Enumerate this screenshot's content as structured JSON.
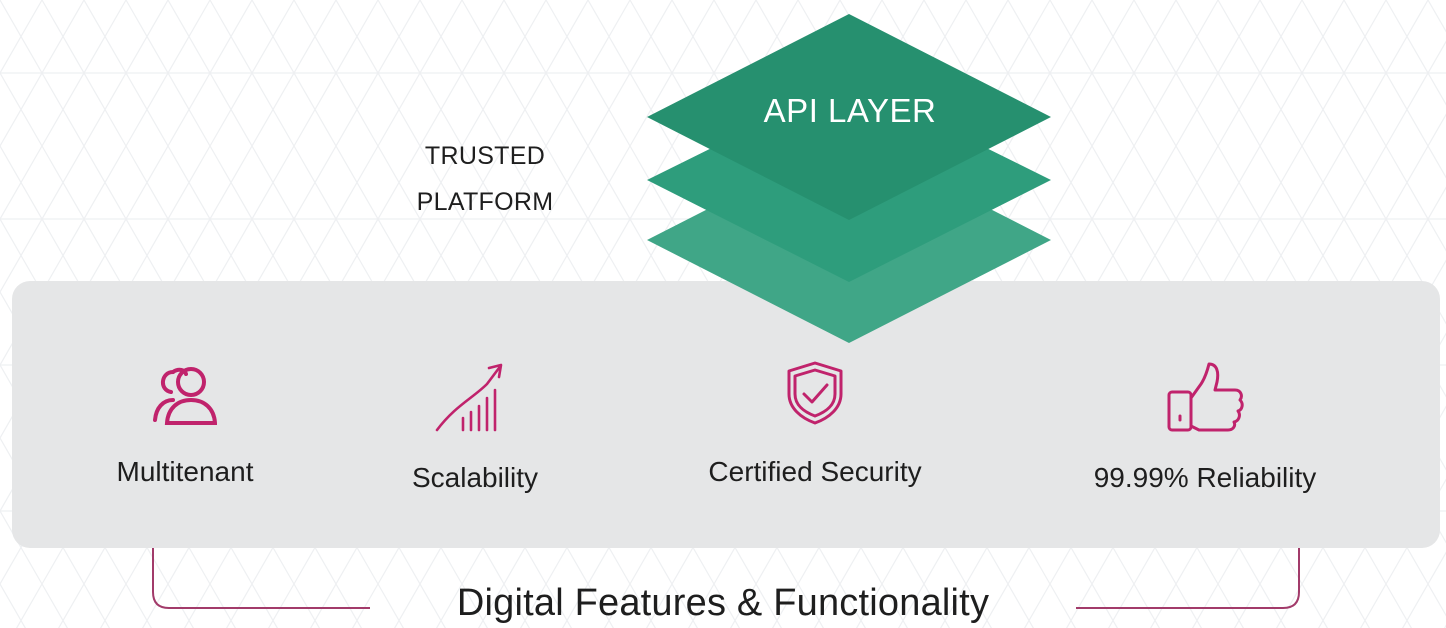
{
  "diagram": {
    "top_layer_label": "API LAYER",
    "platform_label_line1": "TRUSTED",
    "platform_label_line2": "PLATFORM",
    "features": [
      {
        "label": "Multitenant",
        "icon": "multitenant-users-icon"
      },
      {
        "label": "Scalability",
        "icon": "growth-chart-icon"
      },
      {
        "label": "Certified Security",
        "icon": "shield-check-icon"
      },
      {
        "label": "99.99% Reliability",
        "icon": "thumbs-up-icon"
      }
    ],
    "footer_label": "Digital Features & Functionality"
  },
  "colors": {
    "layer_top": "#26906f",
    "layer_middle": "#2e9d7c",
    "layer_bottom": "#40a687",
    "icon_accent": "#c0236c",
    "bracket": "#a23b6a",
    "panel": "#e5e6e7"
  }
}
